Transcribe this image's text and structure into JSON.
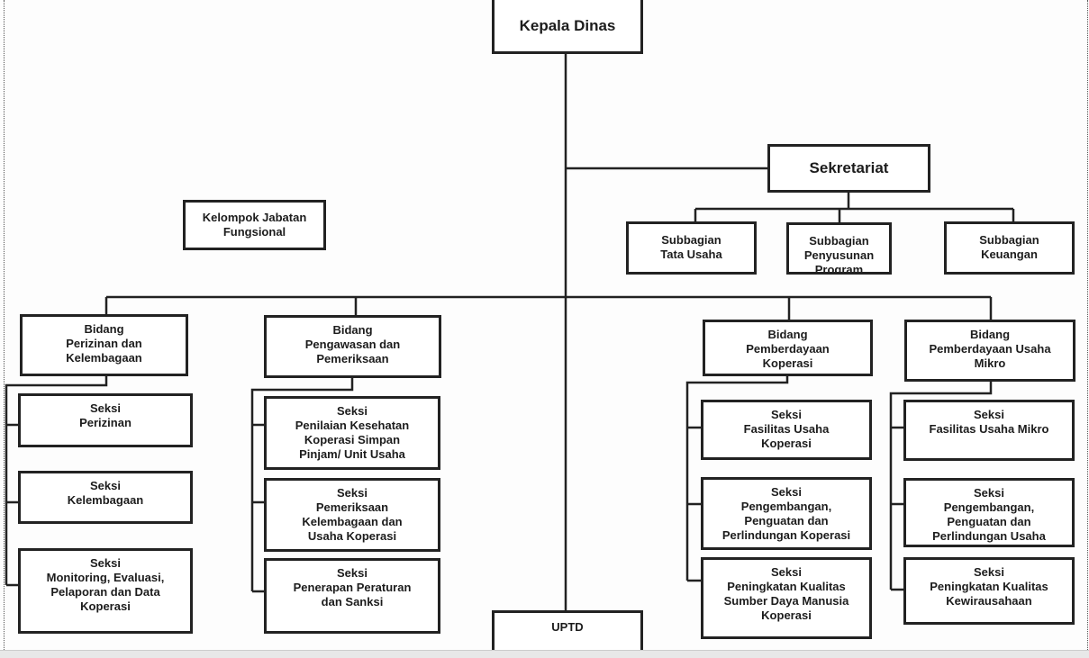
{
  "kepala": "Kepala Dinas",
  "sekretariat": "Sekretariat",
  "kelompok": "Kelompok Jabatan\nFungsional",
  "subbagian": [
    "Subbagian\nTata Usaha",
    "Subbagian\nPenyusunan\nProgram",
    "Subbagian\nKeuangan"
  ],
  "bidang": [
    {
      "title": "Bidang\nPerizinan dan\nKelembagaan",
      "seksi": [
        "Seksi\nPerizinan",
        "Seksi\nKelembagaan",
        "Seksi\nMonitoring, Evaluasi,\nPelaporan dan Data\nKoperasi"
      ]
    },
    {
      "title": "Bidang\nPengawasan dan\nPemeriksaan",
      "seksi": [
        "Seksi\nPenilaian Kesehatan\nKoperasi Simpan\nPinjam/ Unit Usaha",
        "Seksi\nPemeriksaan\nKelembagaan dan\nUsaha Koperasi",
        "Seksi\nPenerapan Peraturan\ndan Sanksi"
      ]
    },
    {
      "title": "Bidang\nPemberdayaan\nKoperasi",
      "seksi": [
        "Seksi\nFasilitas Usaha\nKoperasi",
        "Seksi\nPengembangan,\nPenguatan dan\nPerlindungan Koperasi",
        "Seksi\nPeningkatan Kualitas\nSumber Daya Manusia\nKoperasi"
      ]
    },
    {
      "title": "Bidang\nPemberdayaan Usaha\nMikro",
      "seksi": [
        "Seksi\nFasilitas Usaha Mikro",
        "Seksi\nPengembangan,\nPenguatan dan\nPerlindungan Usaha",
        "Seksi\nPeningkatan Kualitas\nKewirausahaan"
      ]
    }
  ],
  "uptd": "UPTD"
}
